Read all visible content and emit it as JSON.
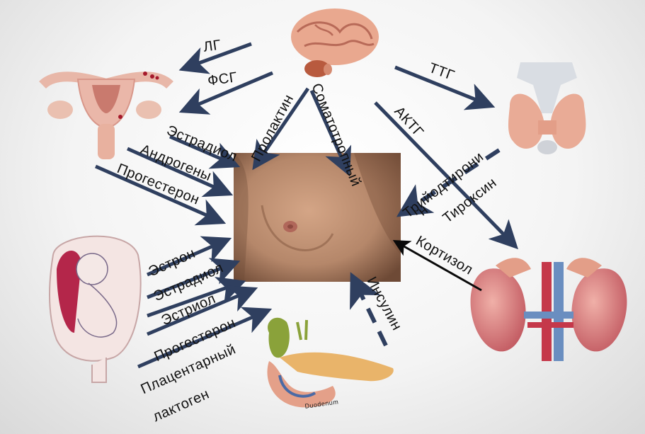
{
  "labels": {
    "lg": "ЛГ",
    "fsg": "ФСГ",
    "ttg": "ТТГ",
    "aktg": "АКТГ",
    "prolactin": "Пролактин",
    "somatotropin": "Соматотропный",
    "estradiol_ovary": "Эстрадиол",
    "androgens": "Андрогены",
    "progesterone_ovary": "Прогестерон",
    "triiodothyronine_1": "Трийодтирони",
    "triiodothyronine_2": "н",
    "thyroxine": "Тироксин",
    "cortisol": "Кортизол",
    "insulin": "Инсулин",
    "estron": "Эстрон",
    "estradiol_placenta": "Эстрадиол",
    "estriol": "Эстриол",
    "progesterone_placenta": "Прогестерон",
    "placental_1": "Плацентарный",
    "placental_2": "лактоген",
    "duodenum": "Duodenum"
  },
  "colors": {
    "arrow": "#2f3f5f",
    "arrow_black": "#0a0a0a",
    "skin": "#b98a6c",
    "brain": "#e8a48c",
    "organ": "#e7a995",
    "kidney": "#c9636a",
    "gall": "#8aa23a"
  }
}
